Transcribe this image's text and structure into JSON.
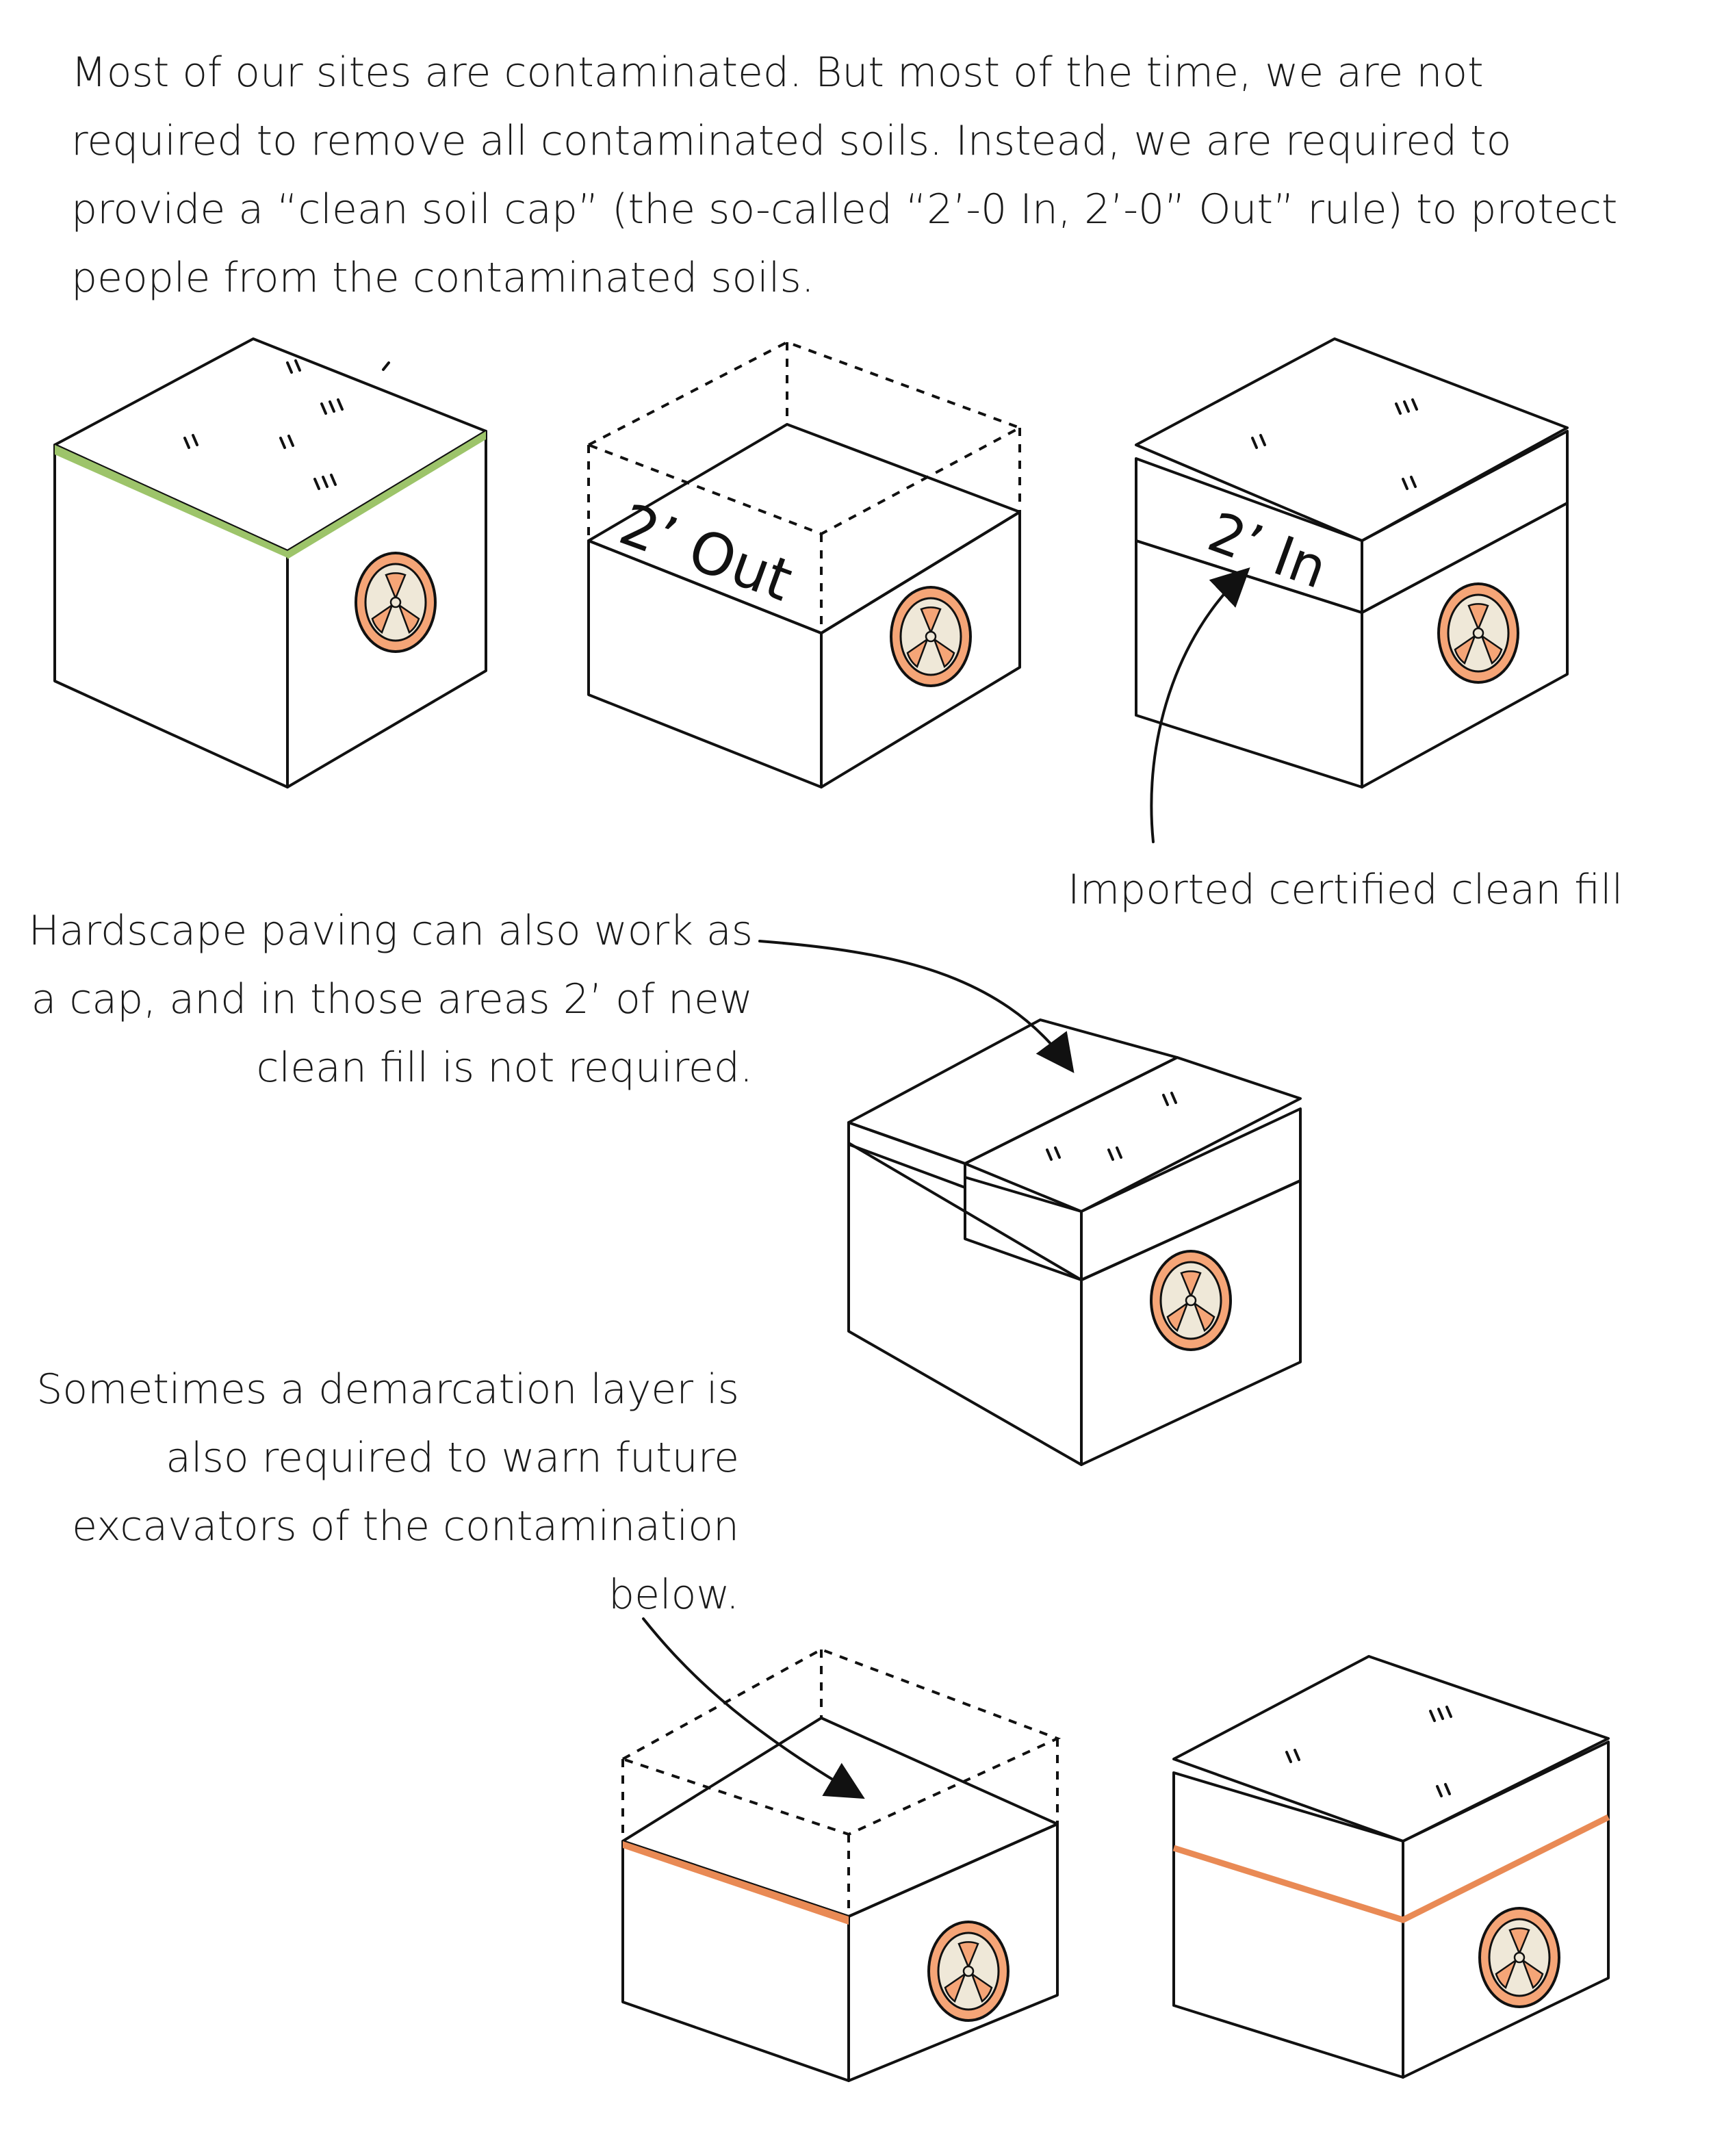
{
  "intro": {
    "text": "Most of our sites are contaminated. But most of the time, we are not required to remove all contaminated soils. Instead, we are required to provide a “clean soil cap” (the so-called “2’-0 In, 2’-0” Out” rule) to protect people from the contaminated soils."
  },
  "blocks": [
    {
      "id": "existing",
      "layers": [
        "contaminated-soil",
        "grass"
      ]
    },
    {
      "id": "excavated",
      "label": "2’ Out",
      "layers": [
        "contaminated-soil",
        "excavated-surface"
      ]
    },
    {
      "id": "capped",
      "label": "2’ In",
      "layers": [
        "contaminated-soil",
        "clean-fill",
        "grass"
      ]
    },
    {
      "id": "hardscape",
      "layers": [
        "contaminated-soil",
        "clean-fill",
        "grass",
        "paving"
      ]
    },
    {
      "id": "demarcation",
      "layers": [
        "contaminated-soil",
        "demarcation-layer"
      ]
    },
    {
      "id": "demarcation-capped",
      "layers": [
        "contaminated-soil",
        "demarcation-layer",
        "clean-fill",
        "grass"
      ]
    }
  ],
  "callouts": {
    "fill_label": "Imported certified clean fill",
    "hardscape": "Hardscape paving can also work as a cap, and in those areas 2’ of new clean fill is not required.",
    "demarcation": "Sometimes a demarcation layer is also required to warn future excavators of the contamination below."
  },
  "colors": {
    "grass": "#c6ea8a",
    "clean_fill": "#c98be0",
    "soil": "#d3cfc2",
    "soil_dark": "#a6a196",
    "excavated": "#efe6d8",
    "paving": "#e6e6e6",
    "demarcation": "#f7b98e",
    "hazard": "#f5a577"
  },
  "icons": [
    "hazard-icon",
    "arrow-icon"
  ]
}
